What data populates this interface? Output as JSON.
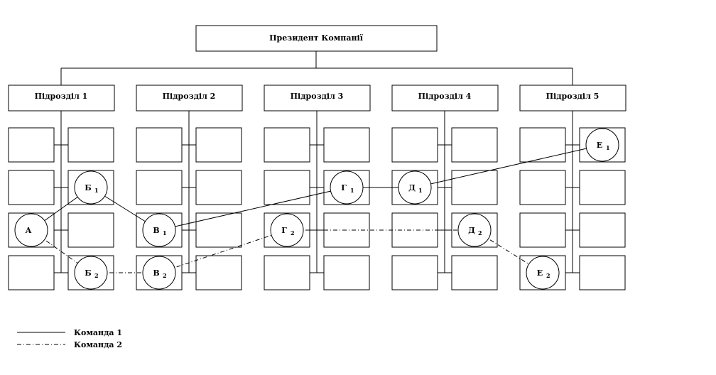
{
  "president": {
    "label": "Президент Компанії"
  },
  "divisions": [
    {
      "label": "Підрозділ  1"
    },
    {
      "label": "Підрозділ  2"
    },
    {
      "label": "Підрозділ  3"
    },
    {
      "label": "Підрозділ  4"
    },
    {
      "label": "Підрозділ  5"
    }
  ],
  "nodes": [
    {
      "id": "A",
      "letter": "А",
      "sub": ""
    },
    {
      "id": "B1",
      "letter": "Б",
      "sub": "1"
    },
    {
      "id": "B2",
      "letter": "Б",
      "sub": "2"
    },
    {
      "id": "V1",
      "letter": "В",
      "sub": "1"
    },
    {
      "id": "V2",
      "letter": "В",
      "sub": "2"
    },
    {
      "id": "G1",
      "letter": "Г",
      "sub": "1"
    },
    {
      "id": "G2",
      "letter": "Г",
      "sub": "2"
    },
    {
      "id": "D1",
      "letter": "Д",
      "sub": "1"
    },
    {
      "id": "D2",
      "letter": "Д",
      "sub": "2"
    },
    {
      "id": "E1",
      "letter": "Е",
      "sub": "1"
    },
    {
      "id": "E2",
      "letter": "Е",
      "sub": "2"
    }
  ],
  "teams": [
    {
      "name": "Команда 1",
      "path": [
        "A",
        "B1",
        "V1",
        "G1",
        "D1",
        "E1"
      ]
    },
    {
      "name": "Команда 2",
      "path": [
        "A",
        "B2",
        "V2",
        "G2",
        "D2",
        "E2"
      ]
    }
  ]
}
